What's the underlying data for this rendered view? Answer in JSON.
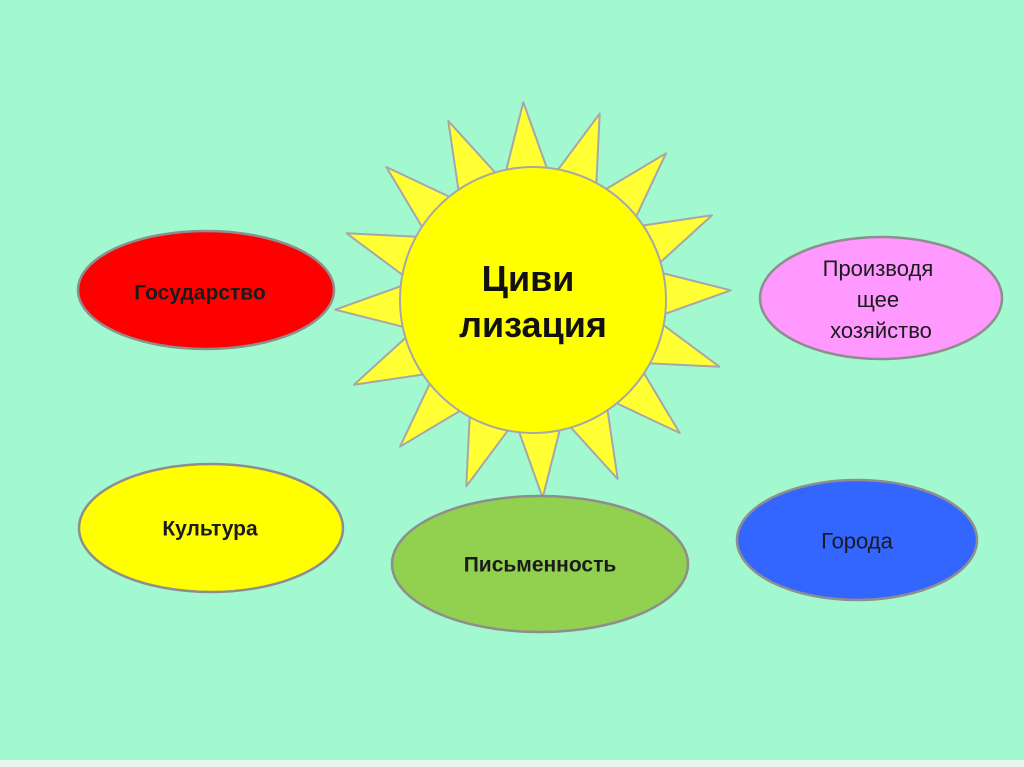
{
  "center": {
    "lines": [
      "Циви",
      "лизация"
    ],
    "color": "#ffff00"
  },
  "bubbles": [
    {
      "id": "gosudarstvo",
      "lines": [
        "Государство"
      ],
      "color": "#ff0000"
    },
    {
      "id": "proizvodyashchee",
      "lines": [
        "Производя",
        "щее",
        "хозяйство"
      ],
      "color": "#ff99ff"
    },
    {
      "id": "kultura",
      "lines": [
        "Культура"
      ],
      "color": "#ffff00"
    },
    {
      "id": "pismennost",
      "lines": [
        "Письменность"
      ],
      "color": "#92d050"
    },
    {
      "id": "goroda",
      "lines": [
        "Города"
      ],
      "color": "#3366ff"
    }
  ]
}
